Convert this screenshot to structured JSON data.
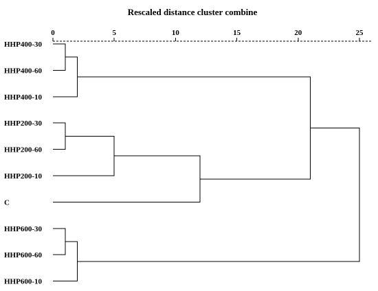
{
  "chart_data": {
    "type": "dendrogram",
    "title": "Rescaled distance cluster combine",
    "axis_ticks": [
      0,
      5,
      10,
      15,
      20,
      25
    ],
    "xlim": [
      0,
      26
    ],
    "leaves": [
      "HHP400-30",
      "HHP400-60",
      "HHP400-10",
      "HHP200-30",
      "HHP200-60",
      "HHP200-10",
      "C",
      "HHP600-30",
      "HHP600-60",
      "HHP600-10"
    ],
    "merges": [
      {
        "a": "HHP400-30",
        "b": "HHP400-60",
        "distance": 1
      },
      {
        "a": "HHP400-30+HHP400-60",
        "b": "HHP400-10",
        "distance": 2
      },
      {
        "a": "HHP200-30",
        "b": "HHP200-60",
        "distance": 1
      },
      {
        "a": "HHP200-30+HHP200-60",
        "b": "HHP200-10",
        "distance": 5
      },
      {
        "a": "HHP200 cluster",
        "b": "C",
        "distance": 12
      },
      {
        "a": "HHP400 cluster",
        "b": "HHP200+C cluster",
        "distance": 21
      },
      {
        "a": "HHP600-30",
        "b": "HHP600-60",
        "distance": 1
      },
      {
        "a": "HHP600-30+HHP600-60",
        "b": "HHP600-10",
        "distance": 2
      },
      {
        "a": "HHP400+HHP200+C cluster",
        "b": "HHP600 cluster",
        "distance": 25
      }
    ]
  }
}
